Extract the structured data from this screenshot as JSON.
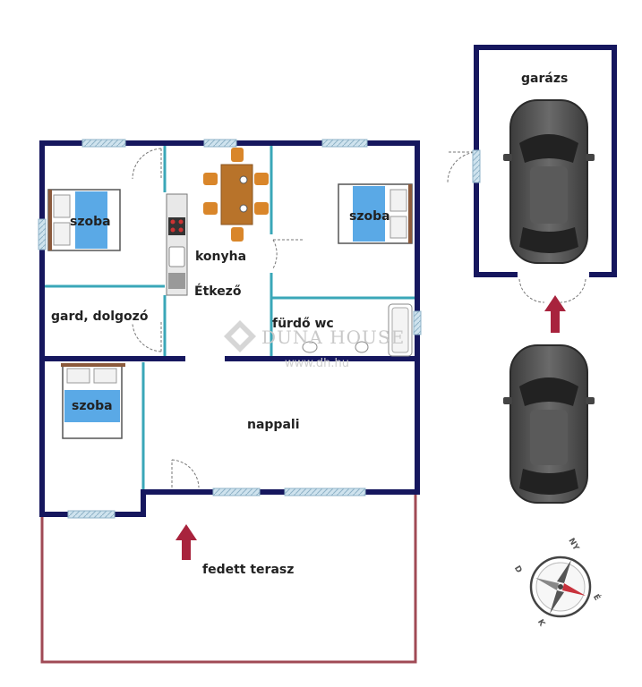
{
  "rooms": {
    "szoba_top_left": "szoba",
    "szoba_top_right": "szoba",
    "szoba_bottom_left": "szoba",
    "konyha": "konyha",
    "etkezo": "Étkező",
    "gard": "gard, dolgozó",
    "furdo": "fürdő wc",
    "nappali": "nappali",
    "terasz": "fedett terasz",
    "garazs": "garázs"
  },
  "watermark": {
    "brand": "DUNA HOUSE",
    "url": "www.dh.hu"
  },
  "compass": {
    "letters": [
      "NY",
      "D",
      "É",
      "K"
    ]
  },
  "colors": {
    "wall": "#16175e",
    "inner_wall": "#3aa7b8",
    "terrace": "#a04a55",
    "arrow": "#a8233d",
    "bed": "#5aa9e6",
    "furniture": "#d9862a",
    "car": "#555555"
  }
}
